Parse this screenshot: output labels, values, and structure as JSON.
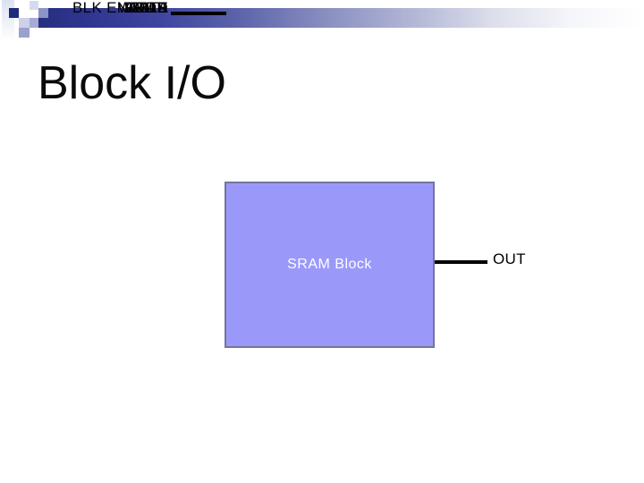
{
  "slide": {
    "title": "Block I/O"
  },
  "diagram": {
    "block_label": "SRAM Block",
    "inputs": [
      "READ",
      "WRITE",
      "ADDR",
      "DATA",
      "BLK ENABLE"
    ],
    "output_label": "OUT"
  },
  "colors": {
    "block_fill": "#9a99fa",
    "block_border": "#74749e",
    "wire": "#000000",
    "title_text": "#0a0a0a",
    "block_label_text": "#fdfdff",
    "header_bar_dark": "#272f80"
  }
}
